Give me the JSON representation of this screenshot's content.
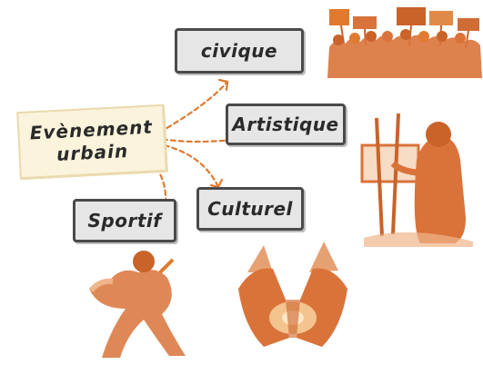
{
  "diagram": {
    "center": {
      "line1": "Evènement",
      "line2": "urbain"
    },
    "nodes": {
      "civique": "civique",
      "artistique": "Artistique",
      "culturel": "Culturel",
      "sportif": "Sportif"
    }
  },
  "colors": {
    "accent": "#e07a2e",
    "illustration": "#d9733a",
    "illustration_light": "#efb58a",
    "box_border": "#4a4a4a",
    "box_fill": "#e6e6e6"
  },
  "illustrations": [
    "protest-crowd-illustration",
    "painter-illustration",
    "runner-illustration",
    "hands-holding-candle-illustration"
  ]
}
